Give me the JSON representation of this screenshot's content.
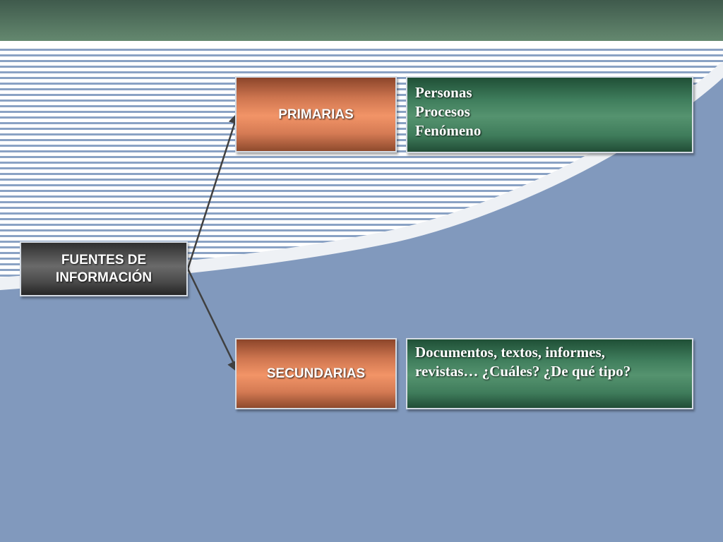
{
  "diagram": {
    "root": {
      "label_line1": "FUENTES DE",
      "label_line2": "INFORMACIÓN"
    },
    "branches": [
      {
        "category": "PRIMARIAS",
        "details": [
          "Personas",
          "Procesos",
          "Fenómeno"
        ]
      },
      {
        "category": "SECUNDARIAS",
        "details_line1": "Documentos, textos, informes,",
        "details_line2": "revistas… ¿Cuáles? ¿De qué tipo?"
      }
    ]
  },
  "colors": {
    "background": "#8199bd",
    "header_band": "#5a7d6a",
    "root_box": "#4a4a4a",
    "category_box": "#f29467",
    "detail_box": "#3f7d5c",
    "connector": "#404040"
  }
}
